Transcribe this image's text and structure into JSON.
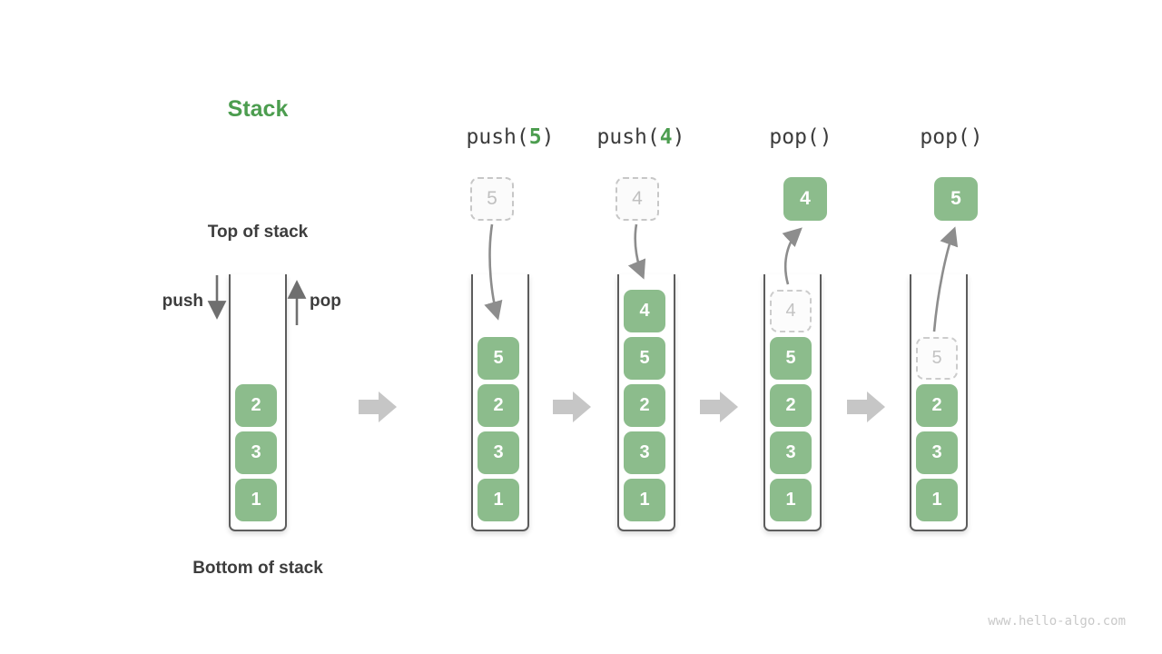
{
  "title": "Stack",
  "labels": {
    "top": "Top of stack",
    "bottom": "Bottom of stack",
    "push": "push",
    "pop": "pop"
  },
  "operations": [
    {
      "pre": "push(",
      "arg": "5",
      "post": ")"
    },
    {
      "pre": "push(",
      "arg": "4",
      "post": ")"
    },
    {
      "pre": "pop()",
      "arg": "",
      "post": ""
    },
    {
      "pre": "pop()",
      "arg": "",
      "post": ""
    }
  ],
  "stacks": {
    "s1": {
      "cells": [
        "2",
        "3",
        "1"
      ]
    },
    "s2": {
      "incoming": "5",
      "cells": [
        "5",
        "2",
        "3",
        "1"
      ]
    },
    "s3": {
      "incoming": "4",
      "cells": [
        "4",
        "5",
        "2",
        "3",
        "1"
      ]
    },
    "s4": {
      "popped": "4",
      "ghost": "4",
      "cells": [
        "5",
        "2",
        "3",
        "1"
      ]
    },
    "s5": {
      "popped": "5",
      "ghost": "5",
      "cells": [
        "2",
        "3",
        "1"
      ]
    }
  },
  "icons": {
    "push_arrow": "down-arrow",
    "pop_arrow": "up-arrow",
    "step_arrow": "right-block-arrow"
  },
  "colors": {
    "accent_green": "#4c9d4f",
    "box_green": "#8cbc8c",
    "dark_text": "#3d3d3d",
    "arrow_gray": "#8d8d8d",
    "block_arrow_gray": "#c6c6c6",
    "ghost_gray": "#c7c7c7"
  },
  "watermark": "www.hello-algo.com"
}
